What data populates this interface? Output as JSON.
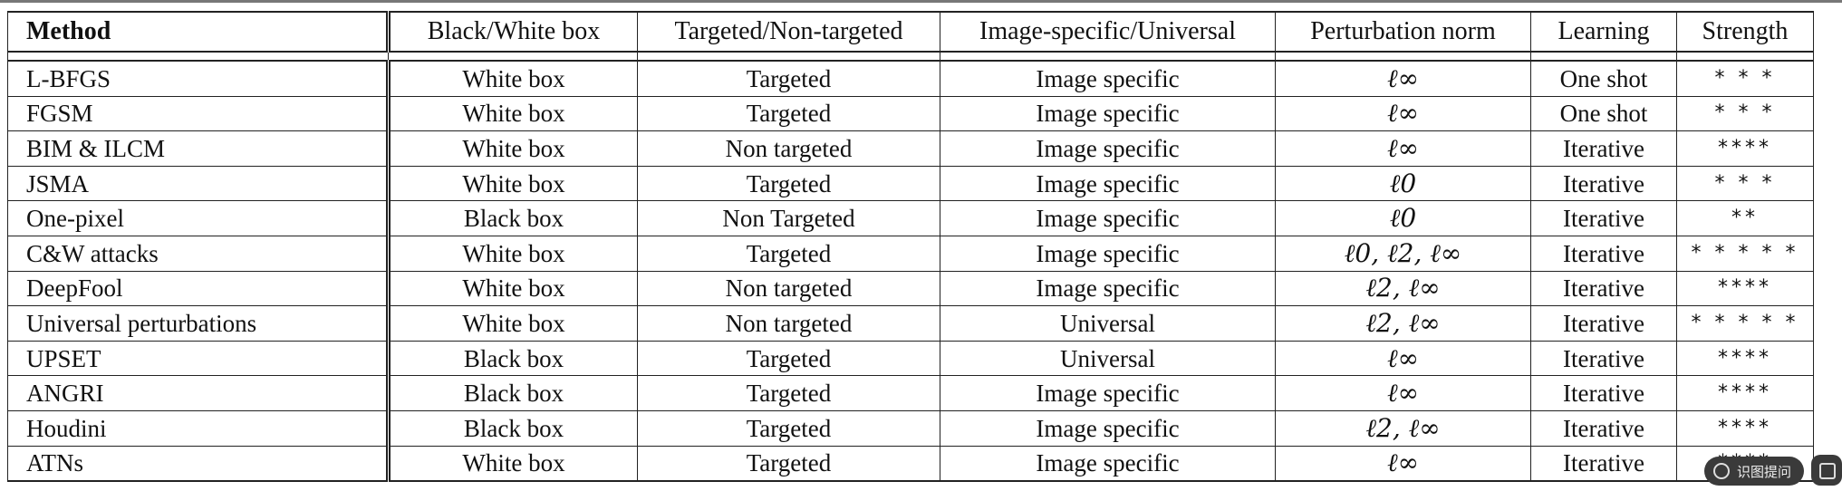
{
  "table": {
    "headers": [
      "Method",
      "Black/White box",
      "Targeted/Non-targeted",
      "Image-specific/Universal",
      "Perturbation norm",
      "Learning",
      "Strength"
    ],
    "rows": [
      {
        "method": "L-BFGS",
        "box": "White box",
        "targeted": "Targeted",
        "scope": "Image specific",
        "norm": "ℓ∞",
        "learning": "One shot",
        "strength": "* * *"
      },
      {
        "method": "FGSM",
        "box": "White box",
        "targeted": "Targeted",
        "scope": "Image specific",
        "norm": "ℓ∞",
        "learning": "One shot",
        "strength": "* * *"
      },
      {
        "method": "BIM & ILCM",
        "box": "White box",
        "targeted": "Non targeted",
        "scope": "Image specific",
        "norm": "ℓ∞",
        "learning": "Iterative",
        "strength": "****"
      },
      {
        "method": "JSMA",
        "box": "White box",
        "targeted": "Targeted",
        "scope": "Image specific",
        "norm": "ℓ0",
        "learning": "Iterative",
        "strength": "* * *"
      },
      {
        "method": "One-pixel",
        "box": "Black box",
        "targeted": "Non Targeted",
        "scope": "Image specific",
        "norm": "ℓ0",
        "learning": "Iterative",
        "strength": "**"
      },
      {
        "method": "C&W attacks",
        "box": "White box",
        "targeted": "Targeted",
        "scope": "Image specific",
        "norm": "ℓ0, ℓ2, ℓ∞",
        "learning": "Iterative",
        "strength": "* * * * *"
      },
      {
        "method": "DeepFool",
        "box": "White box",
        "targeted": "Non targeted",
        "scope": "Image specific",
        "norm": "ℓ2, ℓ∞",
        "learning": "Iterative",
        "strength": "****"
      },
      {
        "method": "Universal perturbations",
        "box": "White box",
        "targeted": "Non targeted",
        "scope": "Universal",
        "norm": "ℓ2, ℓ∞",
        "learning": "Iterative",
        "strength": "* * * * *"
      },
      {
        "method": "UPSET",
        "box": "Black box",
        "targeted": "Targeted",
        "scope": "Universal",
        "norm": "ℓ∞",
        "learning": "Iterative",
        "strength": "****"
      },
      {
        "method": "ANGRI",
        "box": "Black box",
        "targeted": "Targeted",
        "scope": "Image specific",
        "norm": "ℓ∞",
        "learning": "Iterative",
        "strength": "****"
      },
      {
        "method": "Houdini",
        "box": "Black box",
        "targeted": "Targeted",
        "scope": "Image specific",
        "norm": "ℓ2, ℓ∞",
        "learning": "Iterative",
        "strength": "****"
      },
      {
        "method": "ATNs",
        "box": "White box",
        "targeted": "Targeted",
        "scope": "Image specific",
        "norm": "ℓ∞",
        "learning": "Iterative",
        "strength": "****"
      }
    ]
  },
  "overlay": {
    "watermark_label": "识图提问"
  }
}
